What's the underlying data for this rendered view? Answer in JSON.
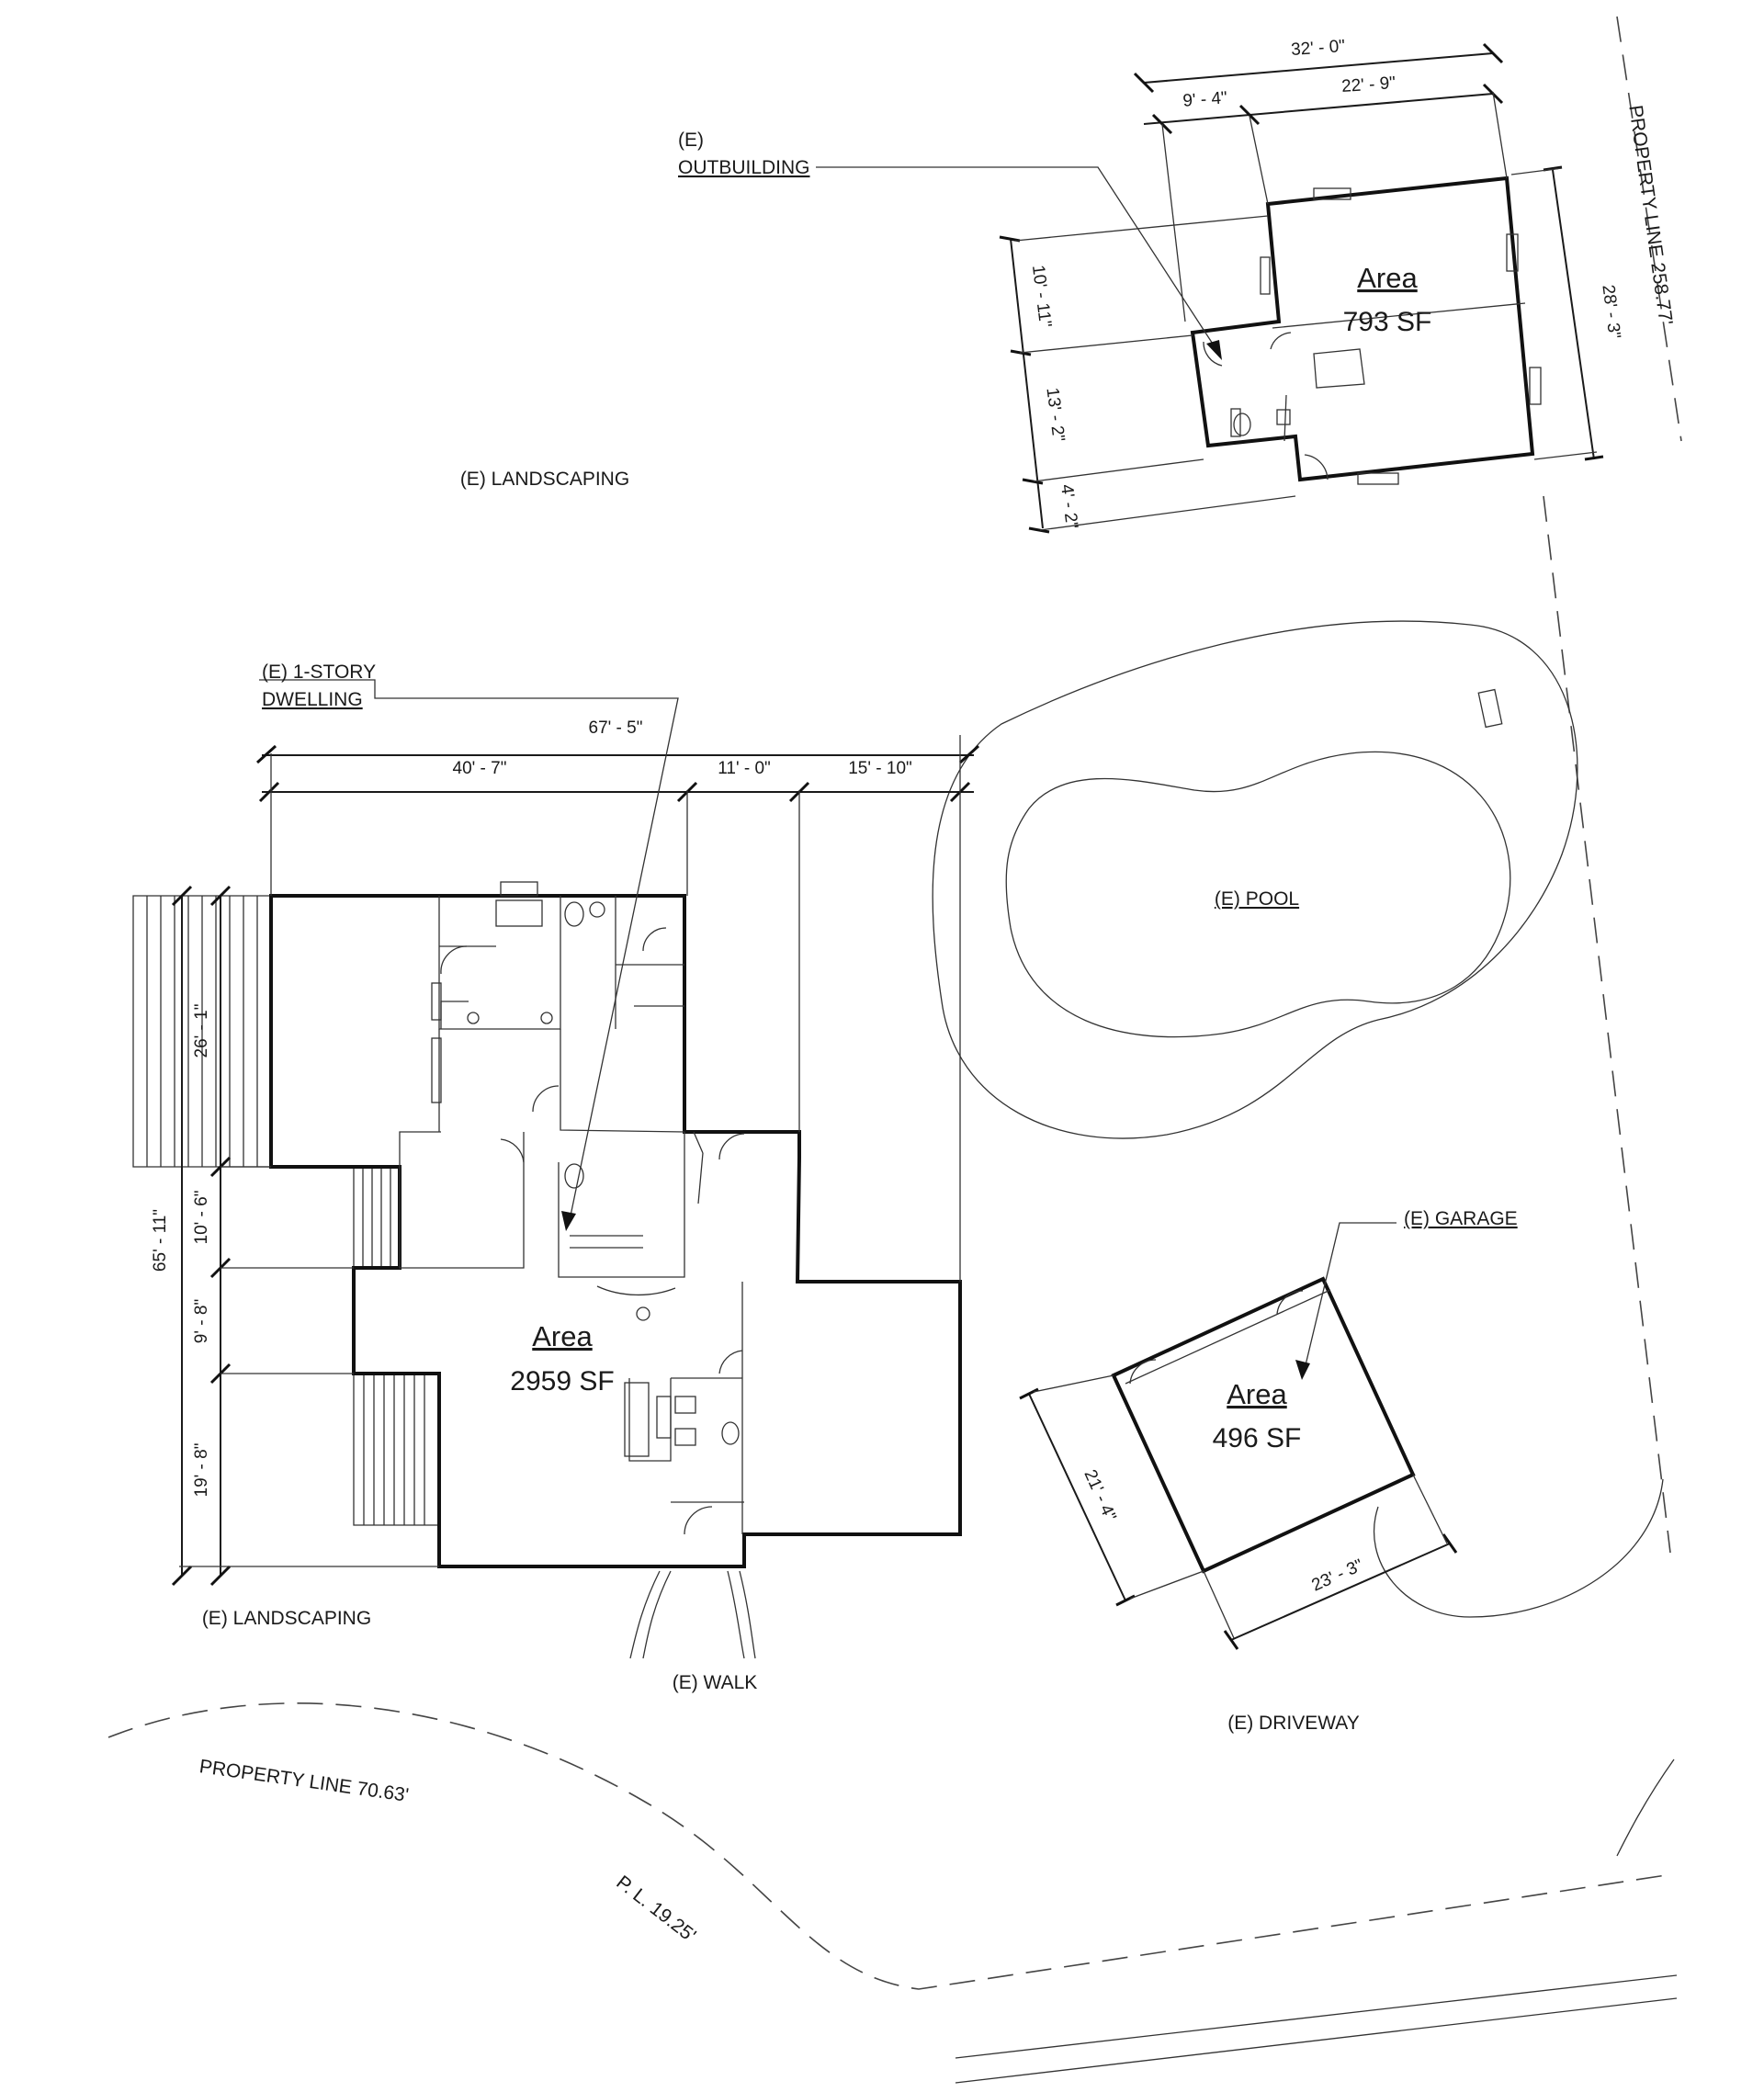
{
  "outbuilding": {
    "label_line1": "(E)",
    "label_line2": "OUTBUILDING",
    "area_title": "Area",
    "area_value": "793 SF",
    "dim_total_width": "32' - 0\"",
    "dim_left": "9' - 4\"",
    "dim_right": "22' - 9\"",
    "dim_v1": "10' - 11\"",
    "dim_v2": "13' - 2\"",
    "dim_v3": "4' - 2\"",
    "dim_depth": "28' - 3\""
  },
  "property_line_east": "PROPERTY LINE  258.77'",
  "landscaping_north": "(E) LANDSCAPING",
  "dwelling": {
    "label_line1": "(E) 1-STORY",
    "label_line2": "DWELLING",
    "area_title": "Area",
    "area_value": "2959 SF",
    "dim_total_width": "67' - 5\"",
    "dim_w1": "40' - 7\"",
    "dim_w2": "11' - 0\"",
    "dim_w3": "15' - 10\"",
    "dim_total_depth": "65' - 11\"",
    "dim_d_top": "26' - 1\"",
    "dim_d2": "10' - 6\"",
    "dim_d3": "9' - 8\"",
    "dim_d4": "19' - 8\""
  },
  "pool": {
    "label": "(E) POOL"
  },
  "garage": {
    "label": "(E) GARAGE",
    "area_title": "Area",
    "area_value": "496 SF",
    "dim_side": "21' - 4\"",
    "dim_front": "23' - 3\""
  },
  "landscaping_south": "(E) LANDSCAPING",
  "walk": "(E) WALK",
  "driveway": "(E) DRIVEWAY",
  "property_line_south": "PROPERTY LINE  70.63'",
  "property_line_corner": "P. L.  19.25'"
}
